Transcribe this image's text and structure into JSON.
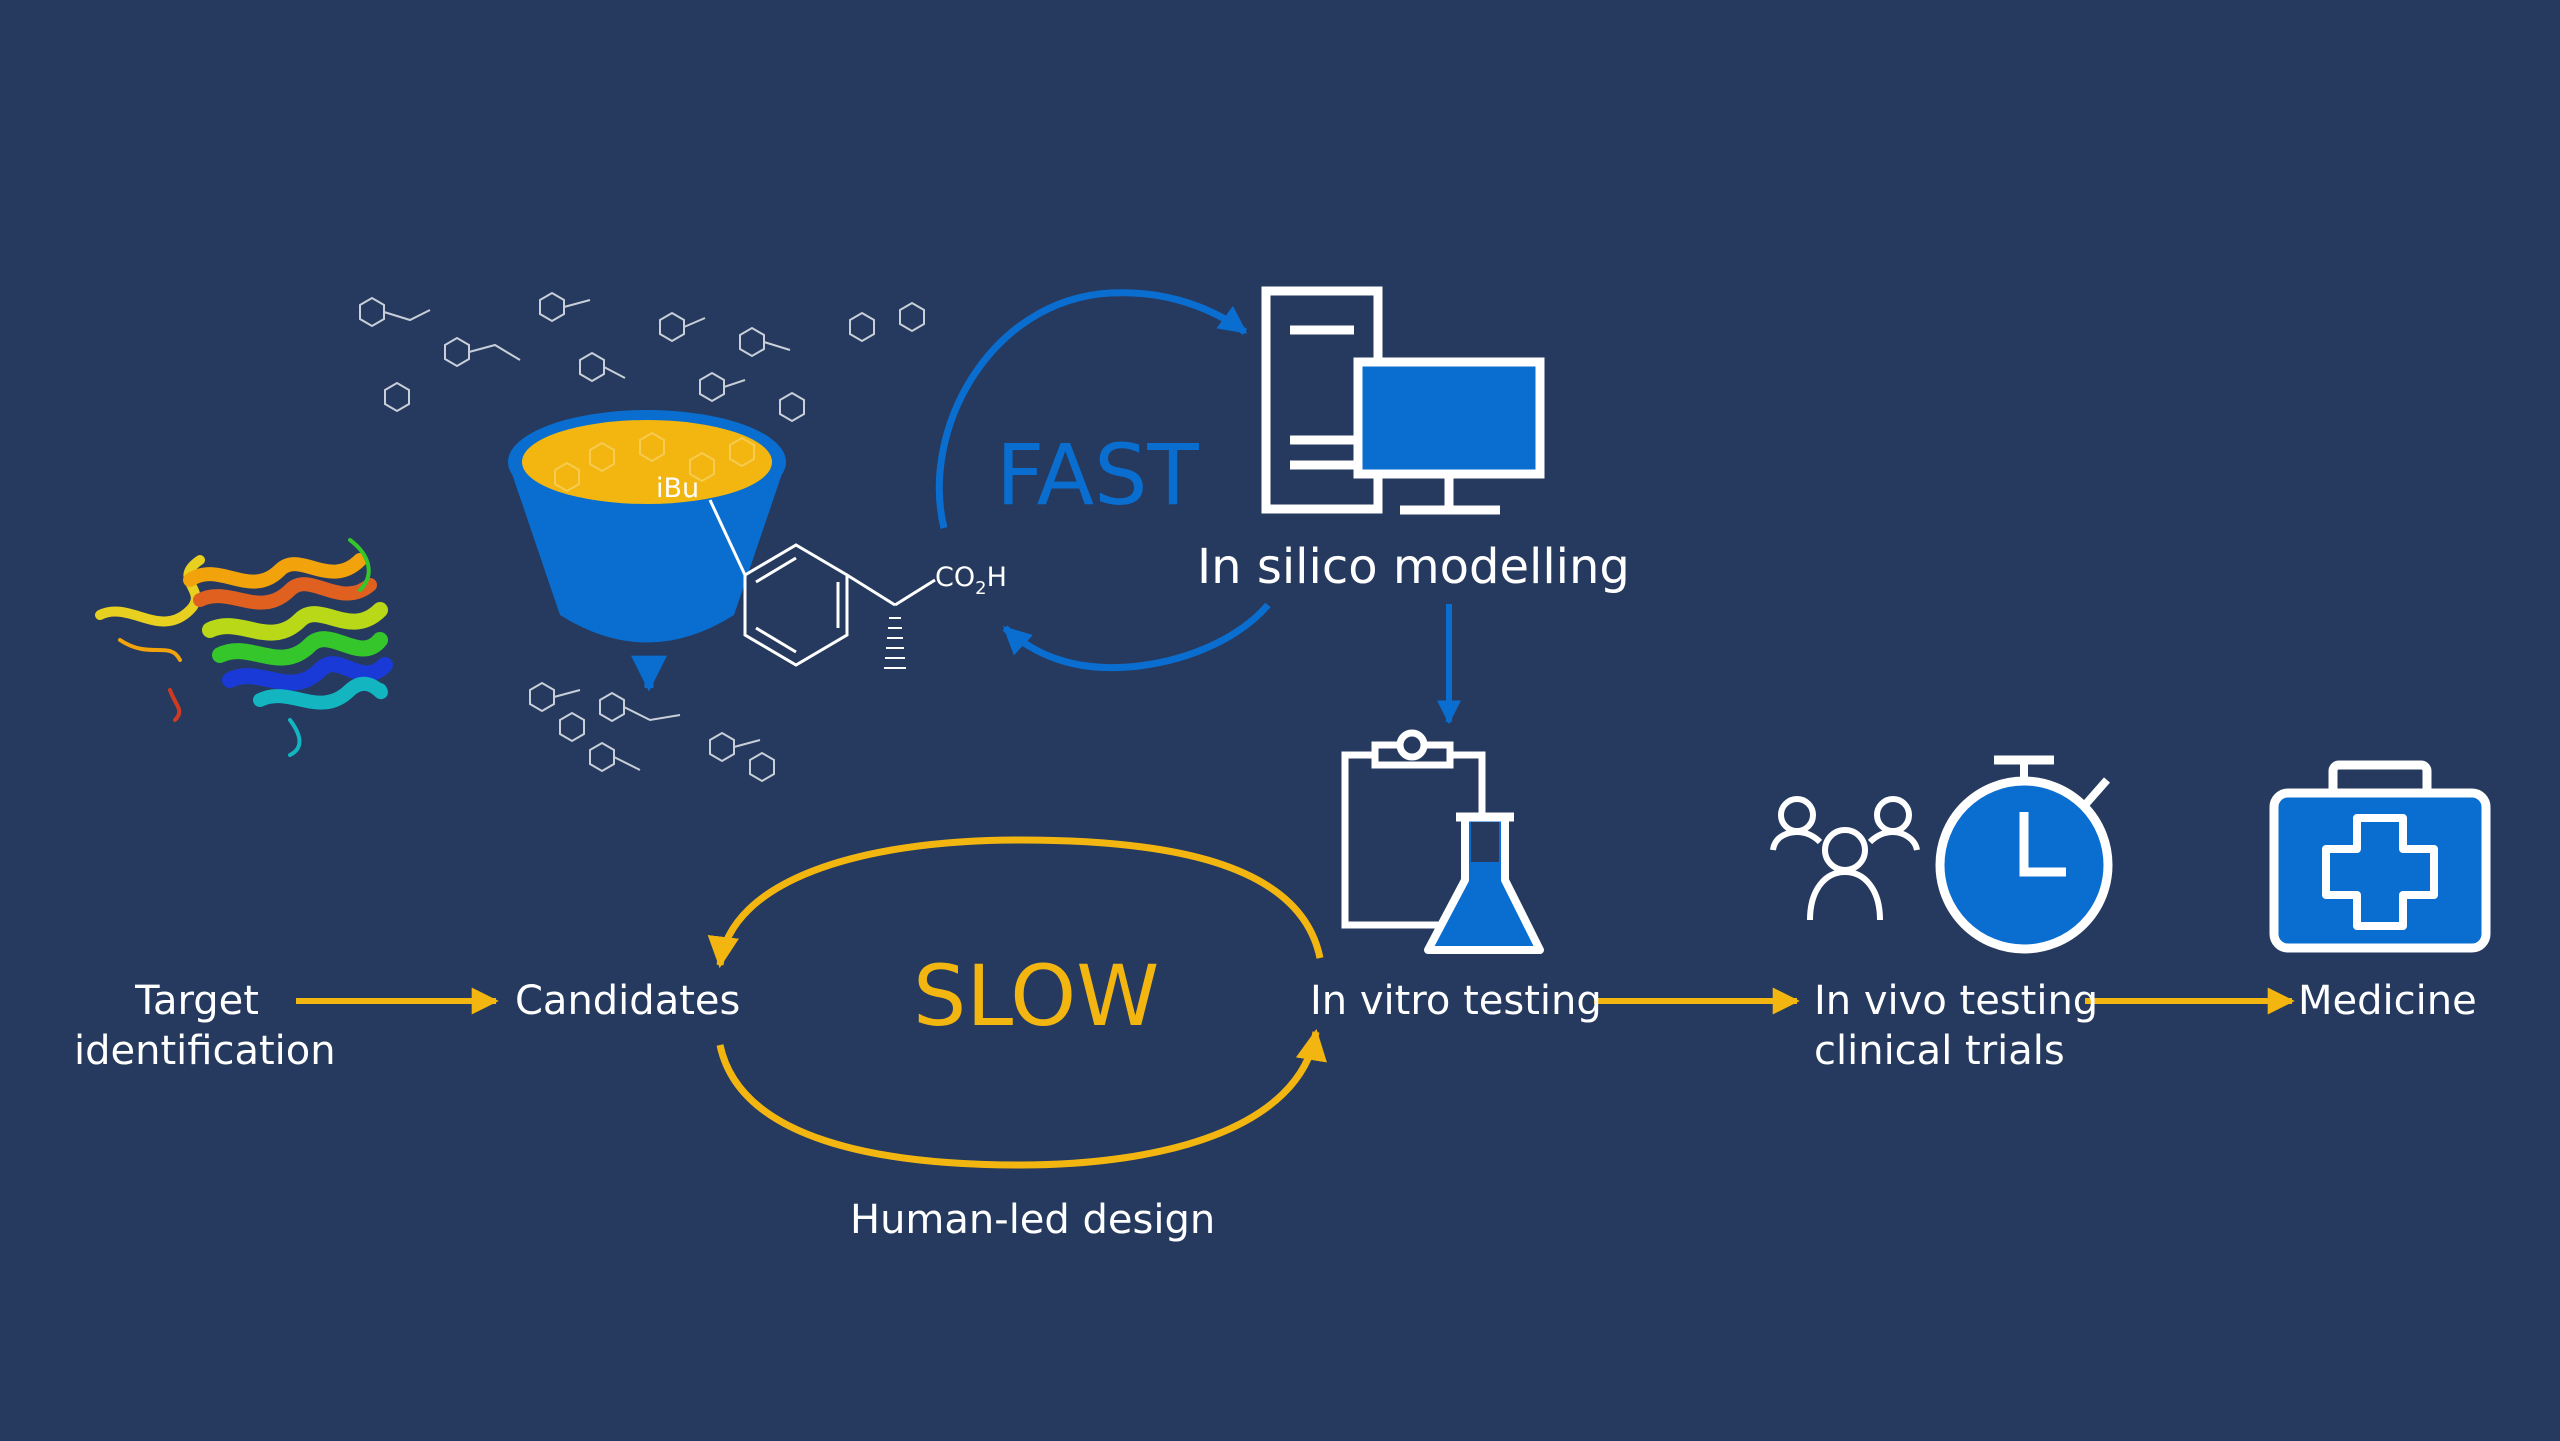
{
  "colors": {
    "background": "#253A5E",
    "accent_blue": "#0A6ED1",
    "accent_yellow": "#F3B610",
    "white": "#FFFFFF"
  },
  "icons": [
    "protein-structure-icon",
    "compound-funnel-icon",
    "ibuprofen-molecule-icon",
    "computer-server-icon",
    "clipboard-flask-icon",
    "people-stopwatch-icon",
    "medical-kit-icon"
  ],
  "loops": {
    "fast": "FAST",
    "slow": "SLOW"
  },
  "steps": {
    "target": [
      "Target",
      "identification"
    ],
    "candidates": "Candidates",
    "in_silico": "In silico modelling",
    "in_vitro": "In vitro testing",
    "in_vivo": [
      "In vivo testing",
      "clinical trials"
    ],
    "medicine": "Medicine"
  },
  "captions": {
    "human_led": "Human-led design"
  },
  "molecule": {
    "substituent": "iBu",
    "acid": "CO",
    "acid_sub": "2",
    "acid_end": "H"
  }
}
